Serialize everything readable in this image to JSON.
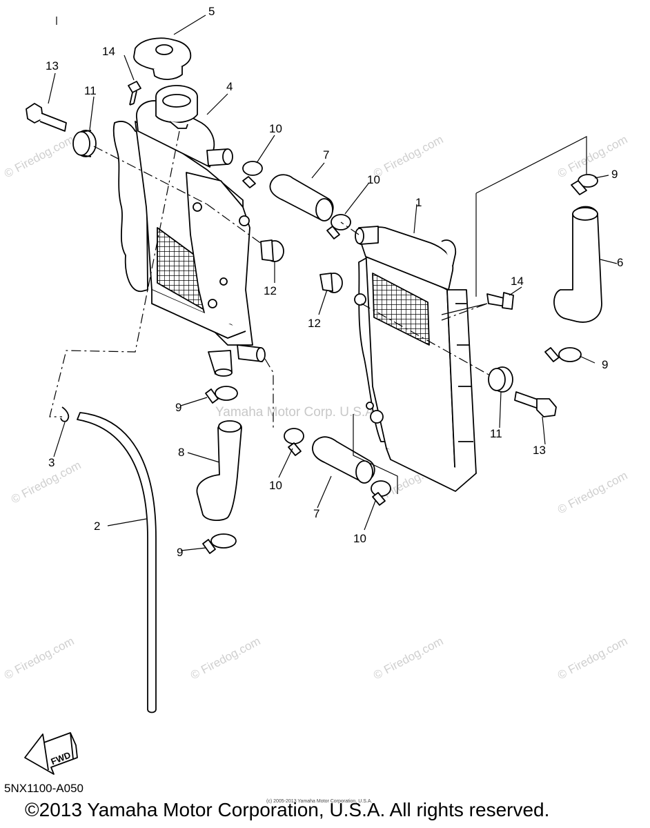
{
  "callouts": {
    "c1": "1",
    "c2": "2",
    "c3": "3",
    "c4": "4",
    "c5": "5",
    "c6": "6",
    "c7": "7",
    "c8": "8",
    "c9": "9",
    "c10": "10",
    "c11": "11",
    "c12": "12",
    "c13": "13",
    "c14": "14"
  },
  "watermark": "© Firedog.com",
  "center_watermark": "Yamaha Motor Corp. U.S.A.",
  "fwd_label": "FWD",
  "diagram_code": "5NX1100-A050",
  "tiny_copyright": "(c) 2005-2013 Yamaha Motor Corporation, U.S.A.",
  "footer": "©2013 Yamaha Motor Corporation, U.S.A. All rights reserved."
}
